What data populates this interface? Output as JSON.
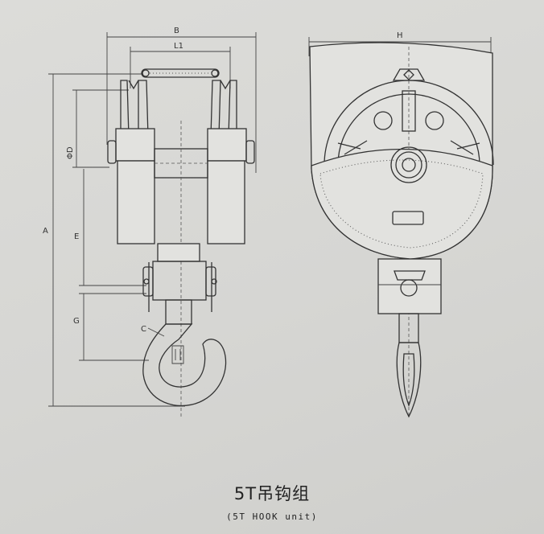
{
  "caption": {
    "title": "5T吊钩组",
    "subtitle": "(5T HOOK unit)"
  },
  "front_view": {
    "dimension_labels": {
      "b": "B",
      "l1": "L1",
      "d": "ΦD",
      "a": "A",
      "e": "E",
      "g": "G",
      "c": "C"
    }
  },
  "side_view": {
    "dimension_labels": {
      "h": "H"
    }
  },
  "colors": {
    "paper": "#d9d9d6",
    "ink": "#333333"
  }
}
